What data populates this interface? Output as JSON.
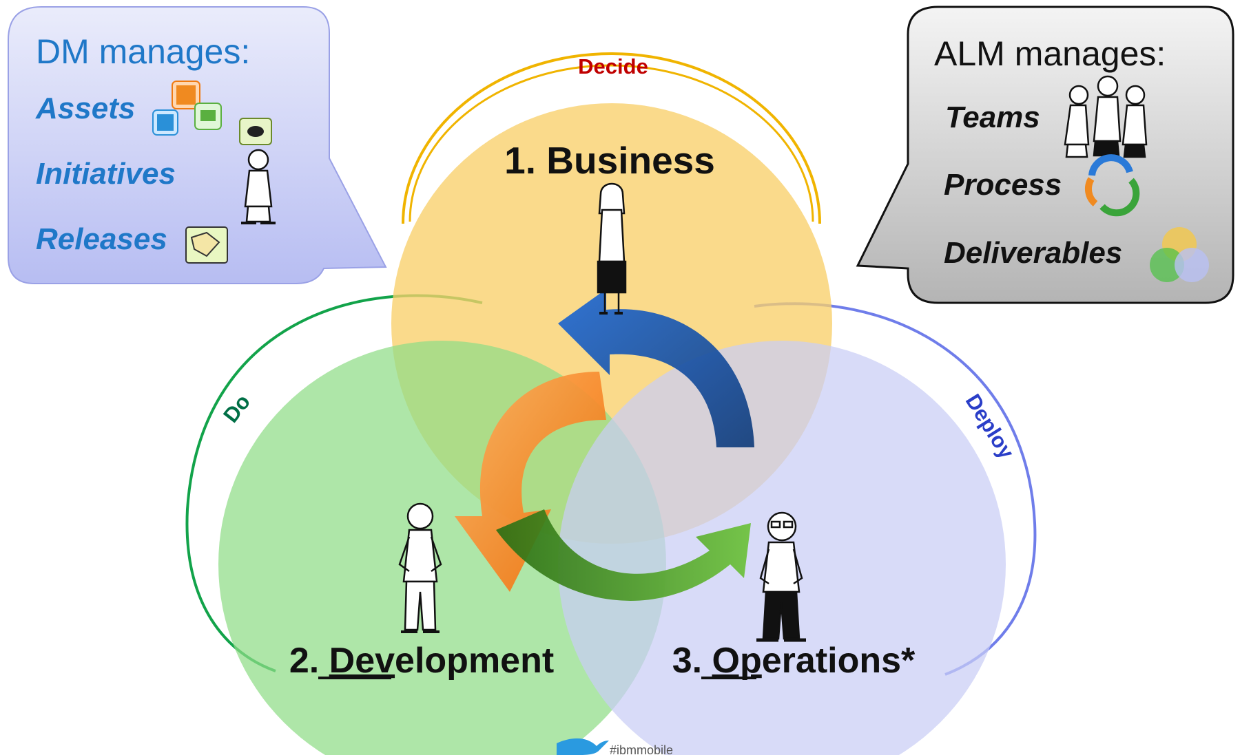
{
  "dm_callout": {
    "title": "DM manages:",
    "items": [
      "Assets",
      "Initiatives",
      "Releases"
    ]
  },
  "alm_callout": {
    "title": "ALM manages:",
    "items": [
      "Teams",
      "Process",
      "Deliverables"
    ]
  },
  "arcs": {
    "decide": "Decide",
    "do": "Do",
    "deploy": "Deploy"
  },
  "circles": {
    "business": "1. Business",
    "development_num": "2. ",
    "development_underlined": "Dev",
    "development_rest": "elopment",
    "operations_num": "3. ",
    "operations_underlined": "Op",
    "operations_rest": "erations*"
  },
  "footer": {
    "handle": "#ibmmobile"
  },
  "colors": {
    "business_fill": "#f9cf6a",
    "development_fill": "#8fdc86",
    "operations_fill": "#c9cdf5",
    "decide_arc": "#f0b400",
    "do_arc": "#12a34a",
    "deploy_arc": "#6f7dea",
    "decide_text": "#c00000",
    "do_text": "#006f46",
    "deploy_text": "#2a3ec8",
    "dm_text": "#1f78c8",
    "orange_arrow": "#ff8a00",
    "blue_arrow": "#0d4aa8",
    "green_arrow": "#3a9a16"
  }
}
